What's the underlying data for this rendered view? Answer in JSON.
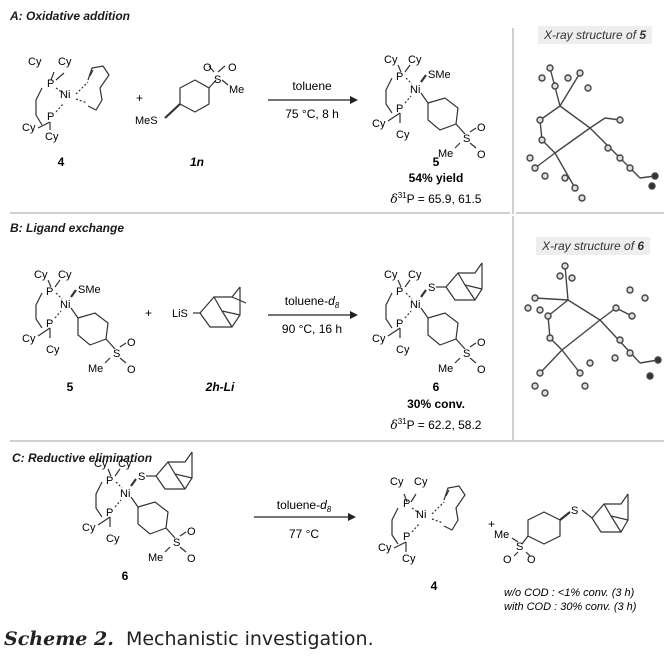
{
  "sections": [
    {
      "title": "A: Oxidative addition",
      "reactant_1": {
        "label": "4",
        "ligands": [
          "Cy",
          "Cy",
          "Cy",
          "Cy"
        ],
        "metal": "Ni",
        "phosphorus": "P"
      },
      "plus": "+",
      "reactant_2": {
        "label": "1n",
        "groups": [
          "MeS",
          "O",
          "O",
          "S",
          "Me"
        ]
      },
      "conditions": {
        "above": "toluene",
        "below": "75 °C, 8 h"
      },
      "product": {
        "label": "5",
        "result": "54% yield",
        "nmr_prefix": "δ",
        "nmr_sup": "31",
        "nmr_text": "P = 65.9, 61.5",
        "groups": [
          "SMe",
          "Me",
          "S",
          "O",
          "O"
        ]
      },
      "xray_title": "X-ray structure of ",
      "xray_compound": "5"
    },
    {
      "title": "B: Ligand exchange",
      "reactant_1": {
        "label": "5",
        "groups": [
          "SMe",
          "Me",
          "S",
          "O",
          "O"
        ]
      },
      "plus": "+",
      "reactant_2": {
        "label": "2h-Li",
        "groups": [
          "LiS"
        ]
      },
      "conditions": {
        "above": "toluene-",
        "above_italic": "d",
        "above_sub": "8",
        "below": "90 °C, 16 h"
      },
      "product": {
        "label": "6",
        "result": "30% conv.",
        "nmr_prefix": "δ",
        "nmr_sup": "31",
        "nmr_text": "P = 62.2, 58.2",
        "groups": [
          "S",
          "Me",
          "S",
          "O",
          "O"
        ]
      },
      "xray_title": "X-ray structure of ",
      "xray_compound": "6"
    },
    {
      "title": "C: Reductive elimination",
      "reactant_1": {
        "label": "6"
      },
      "conditions": {
        "above": "toluene-",
        "above_italic": "d",
        "above_sub": "8",
        "below": "77 °C"
      },
      "product_1": {
        "label": "4"
      },
      "plus": "+",
      "product_2": {
        "groups": [
          "Me",
          "S",
          "O",
          "O",
          "S"
        ]
      },
      "notes": [
        "w/o COD : <1% conv. (3 h)",
        "with COD : 30% conv. (3 h)"
      ]
    }
  ],
  "caption": {
    "label": "Scheme 2.",
    "text": "Mechanistic investigation."
  },
  "common": {
    "cy": "Cy",
    "p": "P",
    "ni": "Ni",
    "s": "S",
    "o": "O",
    "me": "Me",
    "sme": "SMe"
  }
}
